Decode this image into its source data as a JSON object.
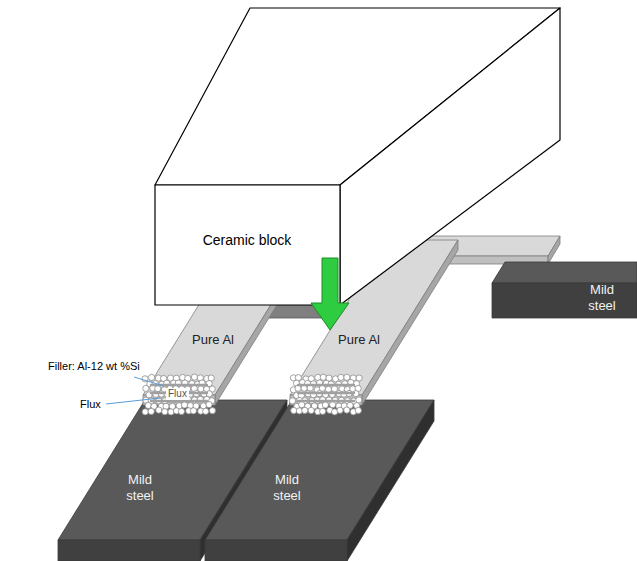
{
  "diagram": {
    "nodes": [
      {
        "text": [
          "Ceramic block"
        ]
      },
      {
        "text": [
          "Pure Al"
        ]
      },
      {
        "text": [
          "Pure Al"
        ]
      },
      {
        "text": [
          "Mild steel"
        ]
      },
      {
        "text": [
          "Mild steel"
        ]
      },
      {
        "text": [
          "Mild steel"
        ]
      }
    ],
    "labels": [
      "Filler: Al-12 wt %Si",
      "Flux",
      "Flux"
    ]
  }
}
